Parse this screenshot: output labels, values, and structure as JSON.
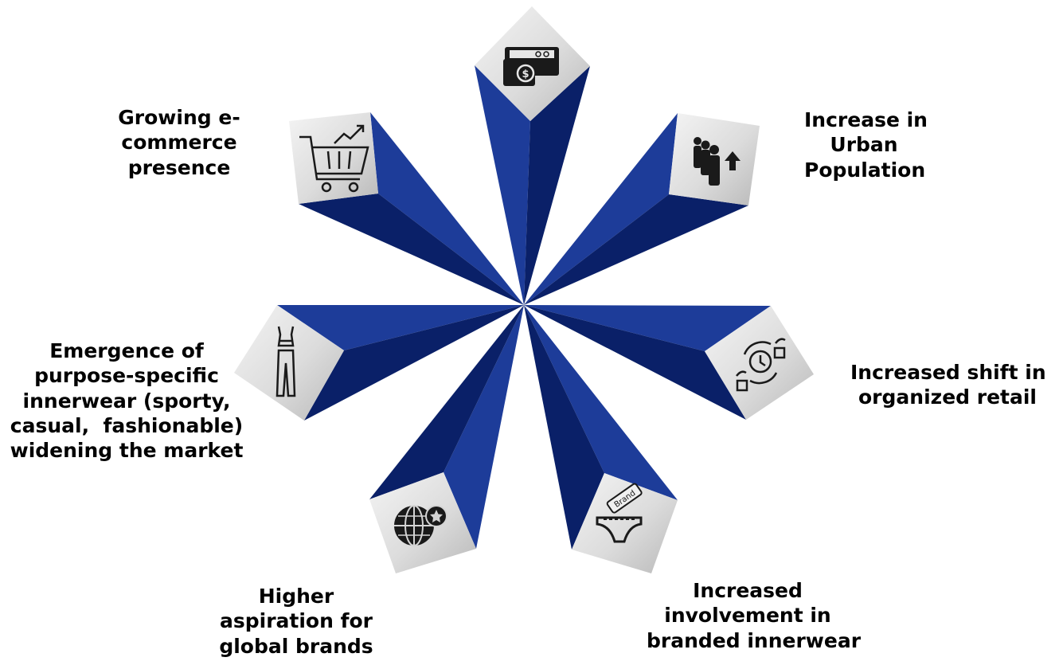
{
  "colors": {
    "spike_dark": "#0a2068",
    "spike_mid": "#15308a",
    "spike_light": "#1d3c99",
    "tile_light": "#f2f2f2",
    "tile_dark": "#bcbcbc",
    "icon": "#1a1a1a",
    "text": "#000000"
  },
  "drivers": [
    {
      "icon": "money-wallet-icon",
      "lines": []
    },
    {
      "icon": "urban-population-icon",
      "lines": [
        "Increase in",
        "Urban",
        "Population"
      ]
    },
    {
      "icon": "organized-retail-icon",
      "lines": [
        "Increased shift in",
        "organized retail"
      ]
    },
    {
      "icon": "branded-innerwear-icon",
      "lines": [
        "Increased",
        "involvement in",
        "branded innerwear"
      ]
    },
    {
      "icon": "global-brands-icon",
      "lines": [
        "Higher",
        "aspiration for",
        "global brands"
      ]
    },
    {
      "icon": "sportswear-icon",
      "lines": [
        "Emergence of",
        "purpose-specific",
        "innerwear (sporty,",
        "casual,  fashionable)",
        "widening the market"
      ]
    },
    {
      "icon": "ecommerce-cart-icon",
      "lines": [
        "Growing e-",
        "commerce",
        "presence"
      ]
    }
  ]
}
